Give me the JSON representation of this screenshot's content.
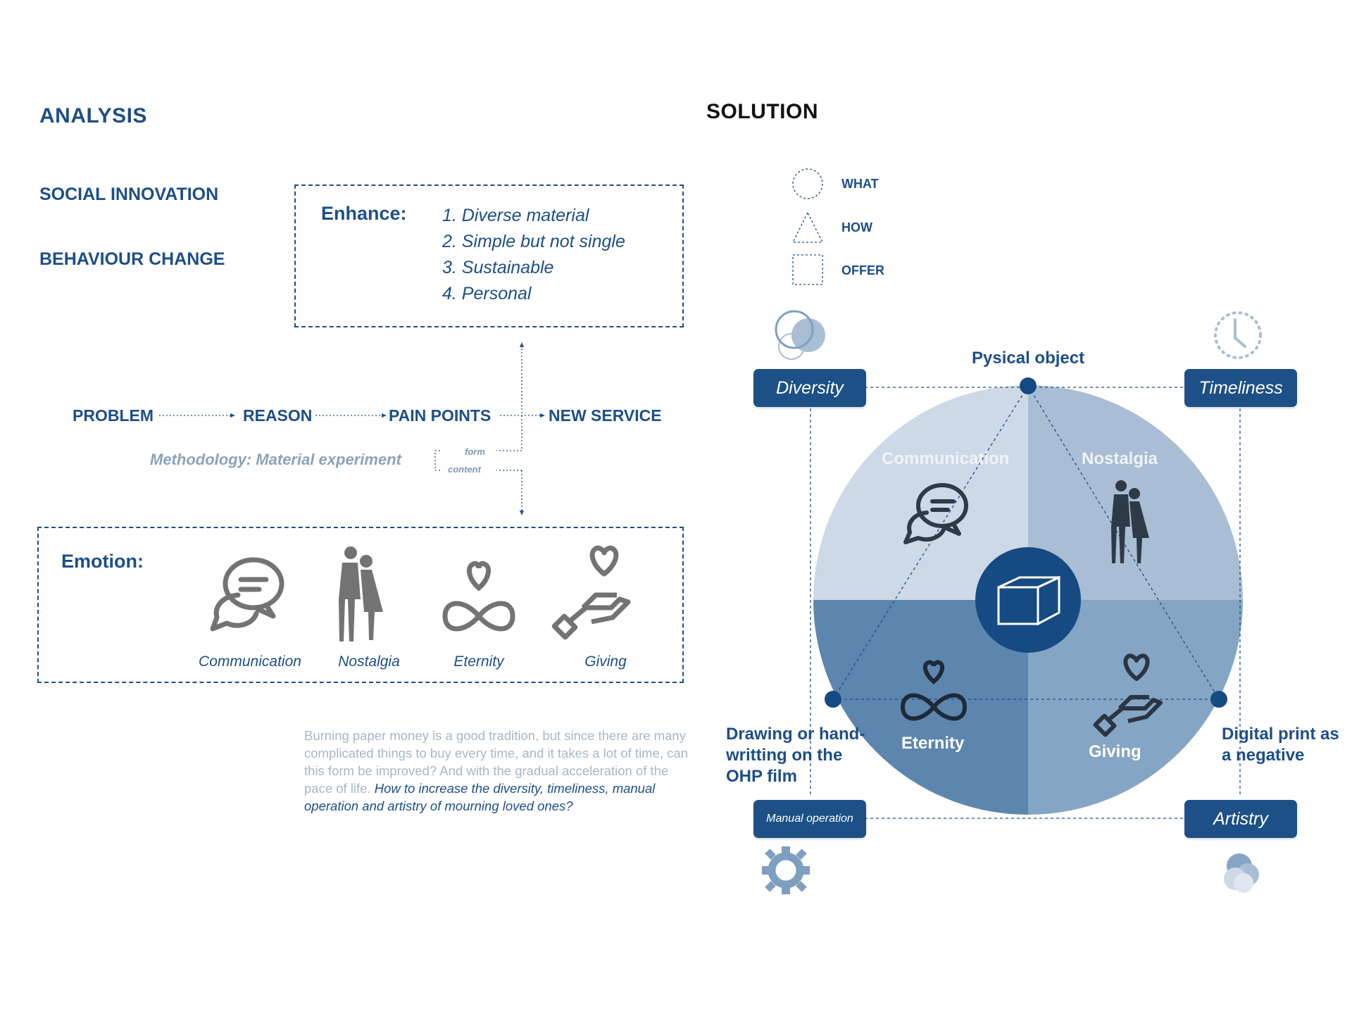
{
  "analysis": {
    "title": "ANALYSIS",
    "tag1": "SOCIAL INNOVATION",
    "tag2": "BEHAVIOUR CHANGE",
    "enhance": {
      "label": "Enhance:",
      "items": [
        "1. Diverse material",
        "2. Simple but not single",
        "3. Sustainable",
        "4. Personal"
      ]
    },
    "flow": {
      "problem": "PROBLEM",
      "reason": "REASON",
      "pain_points": "PAIN POINTS",
      "new_service": "NEW SERVICE",
      "methodology": "Methodology: Material experiment",
      "form": "form",
      "content": "content"
    },
    "emotion": {
      "label": "Emotion:",
      "items": [
        "Communication",
        "Nostalgia",
        "Eternity",
        "Giving"
      ]
    },
    "description": {
      "plain": "Burning paper money is a good tradition, but since there are many complicated things to buy every time, and it takes a lot of time, can this form be improved? And with the gradual acceleration of the pace of life. ",
      "question": "How to increase the diversity, timeliness, manual operation and artistry of mourning loved ones?"
    }
  },
  "solution": {
    "title": "SOLUTION",
    "legend": {
      "what": "WHAT",
      "how": "HOW",
      "offer": "OFFER"
    },
    "top_label": "Pysical object",
    "left_label": "Drawing or hand-writting on the OHP film",
    "right_label": "Digital print as a negative",
    "pills": {
      "diversity": "Diversity",
      "timeliness": "Timeliness",
      "manual": "Manual operation",
      "artistry": "Artistry"
    },
    "quadrants": {
      "communication": "Communication",
      "nostalgia": "Nostalgia",
      "eternity": "Eternity",
      "giving": "Giving"
    },
    "colors": {
      "tl": "#cdd9e6",
      "tr": "#a9bed4",
      "bl": "#5d86af",
      "br": "#85a5c4",
      "center": "#164a82",
      "dark": "#1d4e89"
    }
  }
}
